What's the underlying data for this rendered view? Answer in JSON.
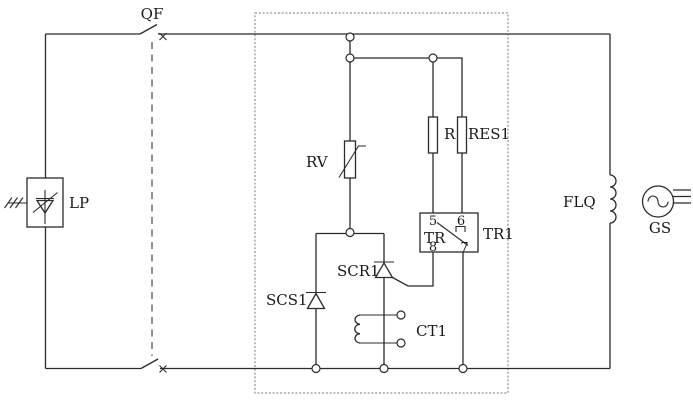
{
  "diagram": {
    "labels": {
      "qf": "QF",
      "lp": "LP",
      "rv": "RV",
      "r": "R",
      "res1": "RES1",
      "tr": "TR",
      "tr1": "TR1",
      "t5": "5",
      "t6": "6",
      "t7": "7",
      "t8": "8",
      "scr1": "SCR1",
      "scs1": "SCS1",
      "ct1": "CT1",
      "flq": "FLQ",
      "gs": "GS"
    },
    "colors": {
      "wire": "#2b2b2b",
      "enclosure_border": "#909090",
      "background": "#ffffff",
      "text": "#1a1a1a"
    }
  }
}
